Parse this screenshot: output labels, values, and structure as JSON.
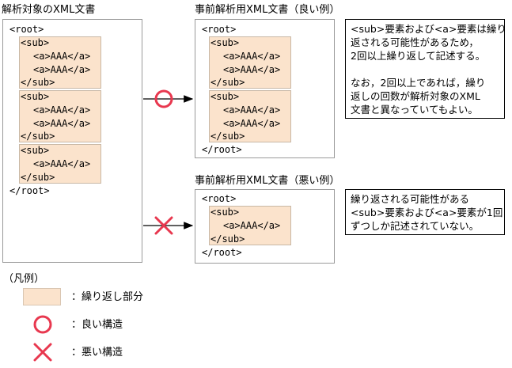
{
  "left_panel": {
    "title": "解析対象のXML文書",
    "root_open": "<root>",
    "root_close": "</root>",
    "groups": [
      {
        "open": "<sub>",
        "items": [
          "<a>AAA</a>",
          "<a>AAA</a>"
        ],
        "close": "</sub>"
      },
      {
        "open": "<sub>",
        "items": [
          "<a>AAA</a>",
          "<a>AAA</a>"
        ],
        "close": "</sub>"
      },
      {
        "open": "<sub>",
        "items": [
          "<a>AAA</a>"
        ],
        "close": "</sub>"
      }
    ]
  },
  "good_panel": {
    "title": "事前解析用XML文書（良い例）",
    "root_open": "<root>",
    "root_close": "</root>",
    "groups": [
      {
        "open": "<sub>",
        "items": [
          "<a>AAA</a>",
          "<a>AAA</a>"
        ],
        "close": "</sub>"
      },
      {
        "open": "<sub>",
        "items": [
          "<a>AAA</a>",
          "<a>AAA</a>"
        ],
        "close": "</sub>"
      }
    ]
  },
  "bad_panel": {
    "title": "事前解析用XML文書（悪い例）",
    "root_open": "<root>",
    "root_close": "</root>",
    "groups": [
      {
        "open": "<sub>",
        "items": [
          "<a>AAA</a>"
        ],
        "close": "</sub>"
      }
    ]
  },
  "good_note": {
    "lines": [
      "<sub>要素および<a>要素は繰り",
      "返される可能性があるため，",
      "2回以上繰り返して記述する。",
      "",
      "なお，2回以上であれば，繰り",
      "返しの回数が解析対象のXML",
      "文書と異なっていてもよい。"
    ]
  },
  "bad_note": {
    "lines": [
      "繰り返される可能性がある",
      "<sub>要素および<a>要素が1回",
      "ずつしか記述されていない。"
    ]
  },
  "legend": {
    "title": "（凡例）",
    "repeat_label": "：繰り返し部分",
    "good_label": "：良い構造",
    "bad_label": "：悪い構造"
  },
  "colors": {
    "repeat_fill": "#fbe3cc",
    "mark_red": "#e8384f"
  }
}
